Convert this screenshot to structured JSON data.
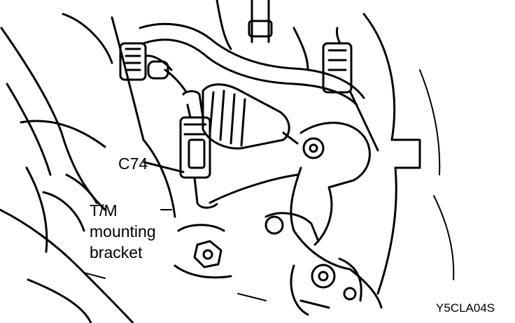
{
  "labels": {
    "connector": "C74",
    "bracket_line1": "T/M",
    "bracket_line2": "mounting",
    "bracket_line3": "bracket",
    "figure_code": "Y5CLA04S"
  },
  "colors": {
    "ink": "#000000",
    "paper": "#ffffff"
  }
}
